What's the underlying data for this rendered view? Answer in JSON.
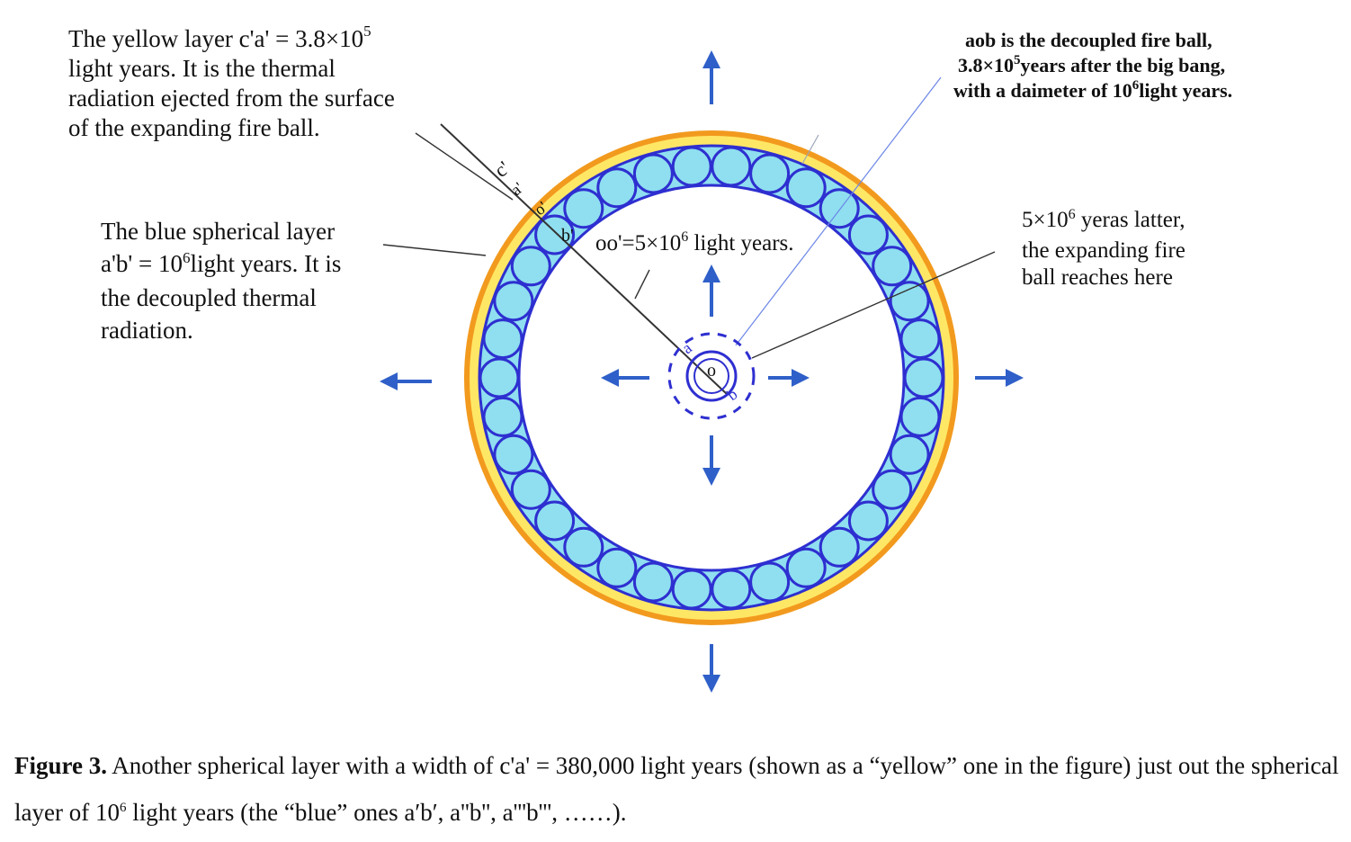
{
  "colors": {
    "yellow_layer": "#ffe766",
    "orange_rim": "#f29a1e",
    "blue_layer": "#8fdff0",
    "blue_ring": "#2e2fd0",
    "bubble_fill": "#8fdff0",
    "arrow": "#2f5fc8",
    "leader": "#333333",
    "guide_blue": "#6b86e6"
  },
  "labels": {
    "yellow_note": {
      "line1": "The yellow layer c'a' = 3.8×10",
      "line1_sup": "5",
      "line2": "light years.  It is the thermal",
      "line3": "radiation ejected from the surface",
      "line4": "of the expanding fire ball."
    },
    "blue_note": {
      "line1": "The blue spherical layer",
      "line2_pre": "a'b' = 10",
      "line2_sup": "6",
      "line2_post": "light years. It is",
      "line3": "the decoupled thermal",
      "line4": "radiation."
    },
    "fireball_note": {
      "line1": "aob is the decoupled fire ball,",
      "line2_pre": "3.8×10",
      "line2_sup": "5",
      "line2_post": "years after the big bang,",
      "line3_pre": "with a daimeter of 10",
      "line3_sup": "6",
      "line3_post": "light years."
    },
    "expand_note": {
      "line1_pre": "5×10",
      "line1_sup": "6",
      "line1_post": " yeras latter,",
      "line2": "the expanding fire",
      "line3": "ball reaches here"
    },
    "distance": {
      "pre": "oo'=5×10",
      "sup": "6",
      "post": " light years."
    },
    "points": {
      "c_prime": "c'",
      "a_prime": "a'",
      "o_prime": "o'",
      "b_prime": "b'",
      "o": "o",
      "a": "a",
      "b": "b"
    }
  },
  "caption": {
    "label": "Figure 3.",
    "text_part1": " Another spherical layer with a width of c'a' = 380,000 light years (shown as a “yellow” one in the figure) just out the spherical layer of 10",
    "sup": "6",
    "text_part2": " light years (the “blue” ones a′b′, a''b'', a'''b''', ……)."
  }
}
